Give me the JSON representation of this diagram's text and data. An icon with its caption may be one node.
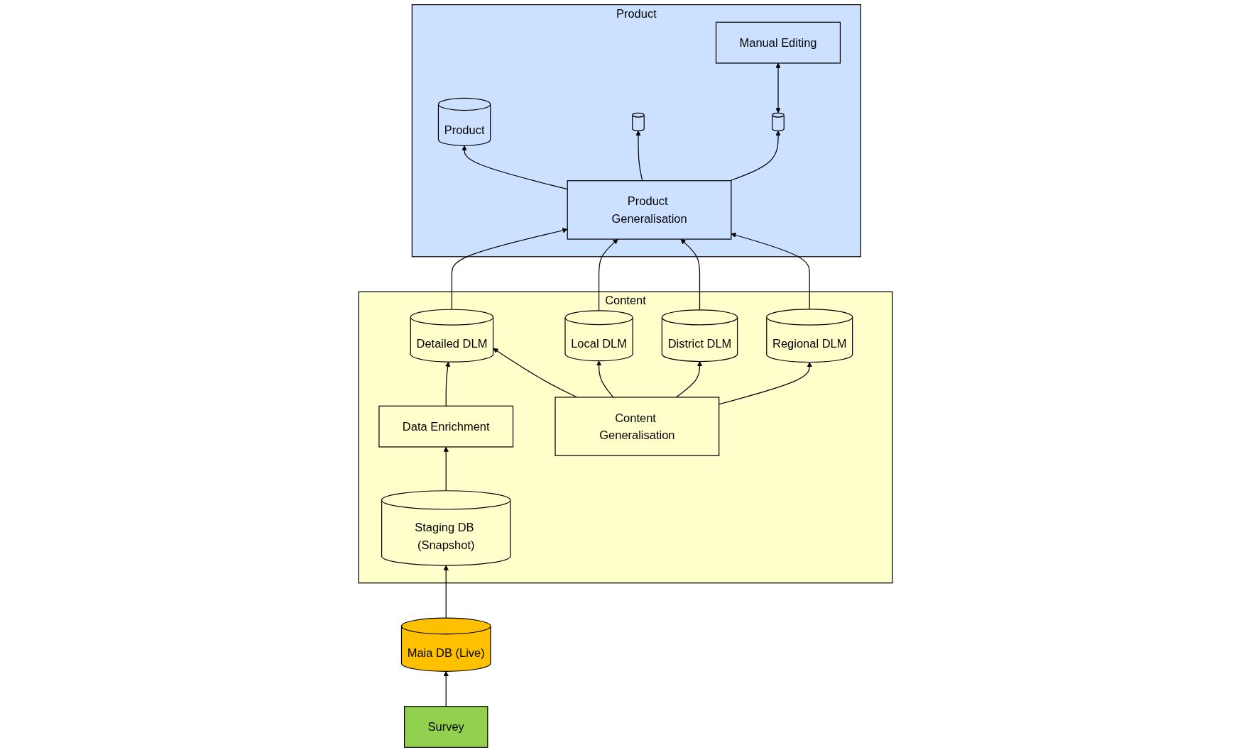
{
  "diagram": {
    "nodes": [
      {
        "text": [
          "Product"
        ]
      },
      {
        "text": [
          "Product"
        ],
        "in": 0
      },
      {
        "text": [],
        "shape": "cylinder",
        "in": 0
      },
      {
        "text": [],
        "shape": "cylinder",
        "in": 0
      },
      {
        "text": [
          "Manual Editing"
        ],
        "in": 0
      },
      {
        "text": [
          "Product Generalisation"
        ],
        "in": 0
      },
      {
        "text": [
          "Content"
        ]
      },
      {
        "text": [
          "Survey"
        ]
      },
      {
        "text": [
          "Maia DB (Live)"
        ]
      },
      {
        "text": [
          "Staging DB (Snapshot)"
        ],
        "in": 6
      },
      {
        "text": [
          "Detailed DLM"
        ],
        "in": 6
      },
      {
        "text": [
          "Local DLM"
        ],
        "in": 6
      },
      {
        "text": [
          "District DLM"
        ],
        "in": 6
      },
      {
        "text": [
          "Regional DLM"
        ],
        "in": 6
      },
      {
        "text": [
          "Data Enrichment"
        ],
        "in": 6
      },
      {
        "text": [
          "Content Generalisation"
        ],
        "in": 6
      }
    ],
    "edges": [
      {
        "from": 7,
        "to": 8,
        "arrow": "to"
      },
      {
        "from": 8,
        "to": 9,
        "arrow": "to"
      },
      {
        "from": 9,
        "to": 14,
        "arrow": "to"
      },
      {
        "from": 14,
        "to": 10,
        "arrow": "to"
      },
      {
        "from": 15,
        "to": 10,
        "arrow": "to"
      },
      {
        "from": 15,
        "to": 11,
        "arrow": "to"
      },
      {
        "from": 15,
        "to": 12,
        "arrow": "to"
      },
      {
        "from": 15,
        "to": 13,
        "arrow": "to"
      },
      {
        "from": 10,
        "to": 5,
        "arrow": "to"
      },
      {
        "from": 11,
        "to": 5,
        "arrow": "to"
      },
      {
        "from": 12,
        "to": 5,
        "arrow": "to"
      },
      {
        "from": 13,
        "to": 5,
        "arrow": "to"
      },
      {
        "from": 5,
        "to": 1,
        "arrow": "to"
      },
      {
        "from": 5,
        "to": 2,
        "arrow": "to"
      },
      {
        "from": 5,
        "to": 3,
        "arrow": "to"
      },
      {
        "from": 3,
        "to": 4,
        "arrow": "both"
      }
    ]
  }
}
